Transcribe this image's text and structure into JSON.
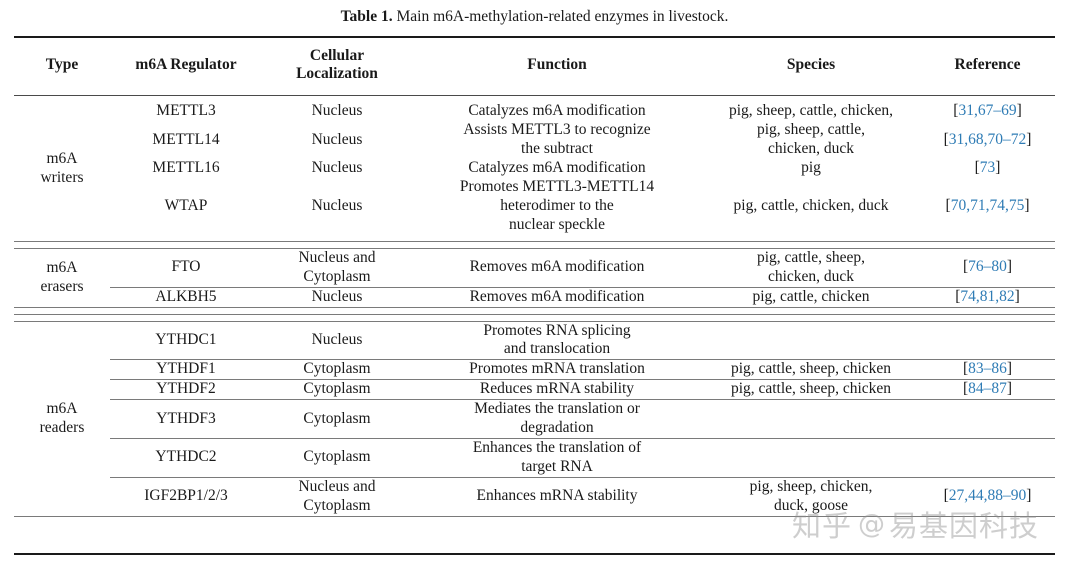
{
  "caption": {
    "label": "Table 1.",
    "text": " Main m6A-methylation-related enzymes in livestock."
  },
  "table": {
    "columns": [
      {
        "key": "type",
        "label": "Type"
      },
      {
        "key": "reg",
        "label": "m6A Regulator"
      },
      {
        "key": "loc",
        "label_line1": "Cellular",
        "label_line2": "Localization"
      },
      {
        "key": "fn",
        "label": "Function"
      },
      {
        "key": "species",
        "label": "Species"
      },
      {
        "key": "ref",
        "label": "Reference"
      }
    ],
    "sections": [
      {
        "type_line1": "m6A",
        "type_line2": "writers",
        "rows": [
          {
            "regulator": "METTL3",
            "localization": "Nucleus",
            "function": "Catalyzes m6A modification",
            "species": "pig, sheep, cattle, chicken,",
            "ref_numbers": "31,67–69"
          },
          {
            "regulator": "METTL14",
            "localization": "Nucleus",
            "function_line1": "Assists METTL3 to recognize",
            "function_line2": "the subtract",
            "species_line1": "pig, sheep, cattle,",
            "species_line2": "chicken, duck",
            "ref_numbers": "31,68,70–72"
          },
          {
            "regulator": "METTL16",
            "localization": "Nucleus",
            "function": "Catalyzes m6A modification",
            "species": "pig",
            "ref_numbers": "73"
          },
          {
            "regulator": "WTAP",
            "localization": "Nucleus",
            "function_line1": "Promotes METTL3-METTL14",
            "function_line2": "heterodimer to the",
            "function_line3": "nuclear speckle",
            "species": "pig, cattle, chicken, duck",
            "ref_numbers": "70,71,74,75"
          }
        ]
      },
      {
        "type_line1": "m6A",
        "type_line2": "erasers",
        "rows": [
          {
            "regulator": "FTO",
            "localization_line1": "Nucleus and",
            "localization_line2": "Cytoplasm",
            "function": "Removes m6A modification",
            "species_line1": "pig, cattle, sheep,",
            "species_line2": "chicken, duck",
            "ref_numbers": "76–80"
          },
          {
            "regulator": "ALKBH5",
            "localization": "Nucleus",
            "function": "Removes m6A modification",
            "species": "pig, cattle, chicken",
            "ref_numbers": "74,81,82"
          }
        ]
      },
      {
        "type_line1": "m6A",
        "type_line2": "readers",
        "rows": [
          {
            "regulator": "YTHDC1",
            "localization": "Nucleus",
            "function_line1": "Promotes RNA splicing",
            "function_line2": "and translocation",
            "species": "",
            "ref_numbers": ""
          },
          {
            "regulator": "YTHDF1",
            "localization": "Cytoplasm",
            "function": "Promotes mRNA translation",
            "species": "pig, cattle, sheep, chicken",
            "ref_numbers": "83–86"
          },
          {
            "regulator": "YTHDF2",
            "localization": "Cytoplasm",
            "function": "Reduces mRNA stability",
            "species": "pig, cattle, sheep, chicken",
            "ref_numbers": "84–87"
          },
          {
            "regulator": "YTHDF3",
            "localization": "Cytoplasm",
            "function_line1": "Mediates the translation or",
            "function_line2": "degradation",
            "species": "",
            "ref_numbers": ""
          },
          {
            "regulator": "YTHDC2",
            "localization": "Cytoplasm",
            "function_line1": "Enhances the translation of",
            "function_line2": "target RNA",
            "species": "",
            "ref_numbers": ""
          },
          {
            "regulator": "IGF2BP1/2/3",
            "localization_line1": "Nucleus and",
            "localization_line2": "Cytoplasm",
            "function": "Enhances mRNA stability",
            "species_line1": "pig, sheep, chicken,",
            "species_line2": "duck, goose",
            "ref_numbers": "27,44,88–90"
          }
        ]
      }
    ]
  },
  "watermark": {
    "platform": "知乎",
    "at": "@",
    "account": "易基因科技"
  },
  "colors": {
    "reference_link": "#2f7cb5",
    "text": "#1a1a1a",
    "rule_major": "#1a1a1a",
    "rule_minor": "#7a7a7a",
    "watermark": "#8d8d8d"
  }
}
